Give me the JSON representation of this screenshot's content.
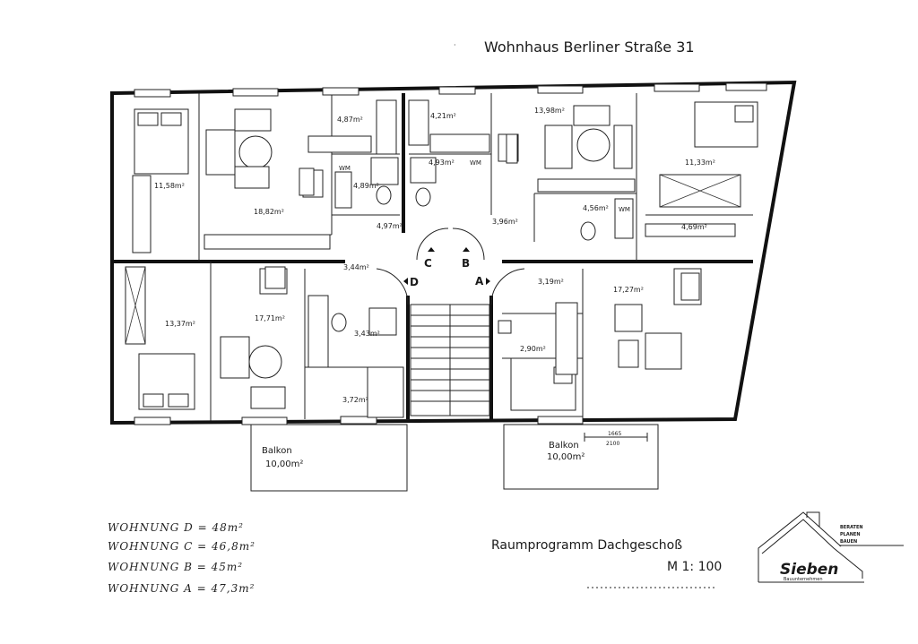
{
  "header": {
    "title": "Wohnhaus Berliner Straße 31"
  },
  "footer": {
    "plan_title": "Raumprogramm Dachgeschoß",
    "scale": "M 1: 100"
  },
  "rooms": [
    {
      "id": "bed-top-left",
      "area": "11,58m²"
    },
    {
      "id": "living-top-left",
      "area": "18,82m²"
    },
    {
      "id": "kitchen-top-left",
      "area": "4,87m²"
    },
    {
      "id": "bath-top-left",
      "area": "4,89m²"
    },
    {
      "id": "hall-top-left",
      "area": "4,97m²"
    },
    {
      "id": "kitchen-top-mid",
      "area": "4,21m²"
    },
    {
      "id": "bath-top-mid",
      "area": "4,93m²"
    },
    {
      "id": "hall-top-mid",
      "area": "3,96m²"
    },
    {
      "id": "living-top-right",
      "area": "13,98m²"
    },
    {
      "id": "bed-top-right",
      "area": "11,33m²"
    },
    {
      "id": "bath-top-right",
      "area": "4,56m²"
    },
    {
      "id": "hall-top-right",
      "area": "4,69m²"
    },
    {
      "id": "bed-bottom-left",
      "area": "13,37m²"
    },
    {
      "id": "living-bottom-left",
      "area": "17,71m²"
    },
    {
      "id": "kitchen-bottom-left",
      "area": "3,44m²"
    },
    {
      "id": "bath-bottom-left",
      "area": "3,43m²"
    },
    {
      "id": "hall-bottom-left",
      "area": "3,72m²"
    },
    {
      "id": "hall-bottom-right",
      "area": "3,19m²"
    },
    {
      "id": "living-bottom-right",
      "area": "17,27m²"
    },
    {
      "id": "bath-bottom-right",
      "area": "2,90m²"
    }
  ],
  "fixtures": {
    "wm1": "WM",
    "wm2": "WM",
    "wm3": "WM"
  },
  "stairs": {
    "a": "A",
    "b": "B",
    "c": "C",
    "d": "D"
  },
  "balconies": [
    {
      "label": "Balkon",
      "area": "10,00m²"
    },
    {
      "label": "Balkon",
      "area": "10,00m²"
    }
  ],
  "dimensions": {
    "top": "1665",
    "bottom": "2100"
  },
  "handwritten_notes": [
    "WOHNUNG D = 48m²",
    "WOHNUNG C = 46,8m²",
    "WOHNUNG B = 45m²",
    "WOHNUNG A = 47,3m²"
  ],
  "logo": {
    "name": "Sieben",
    "subtitle": "Bauunternehmen",
    "tagline": [
      "BERATEN",
      "PLANEN",
      "BAUEN"
    ]
  },
  "colors": {
    "line": "#111111",
    "paper": "#ffffff"
  }
}
